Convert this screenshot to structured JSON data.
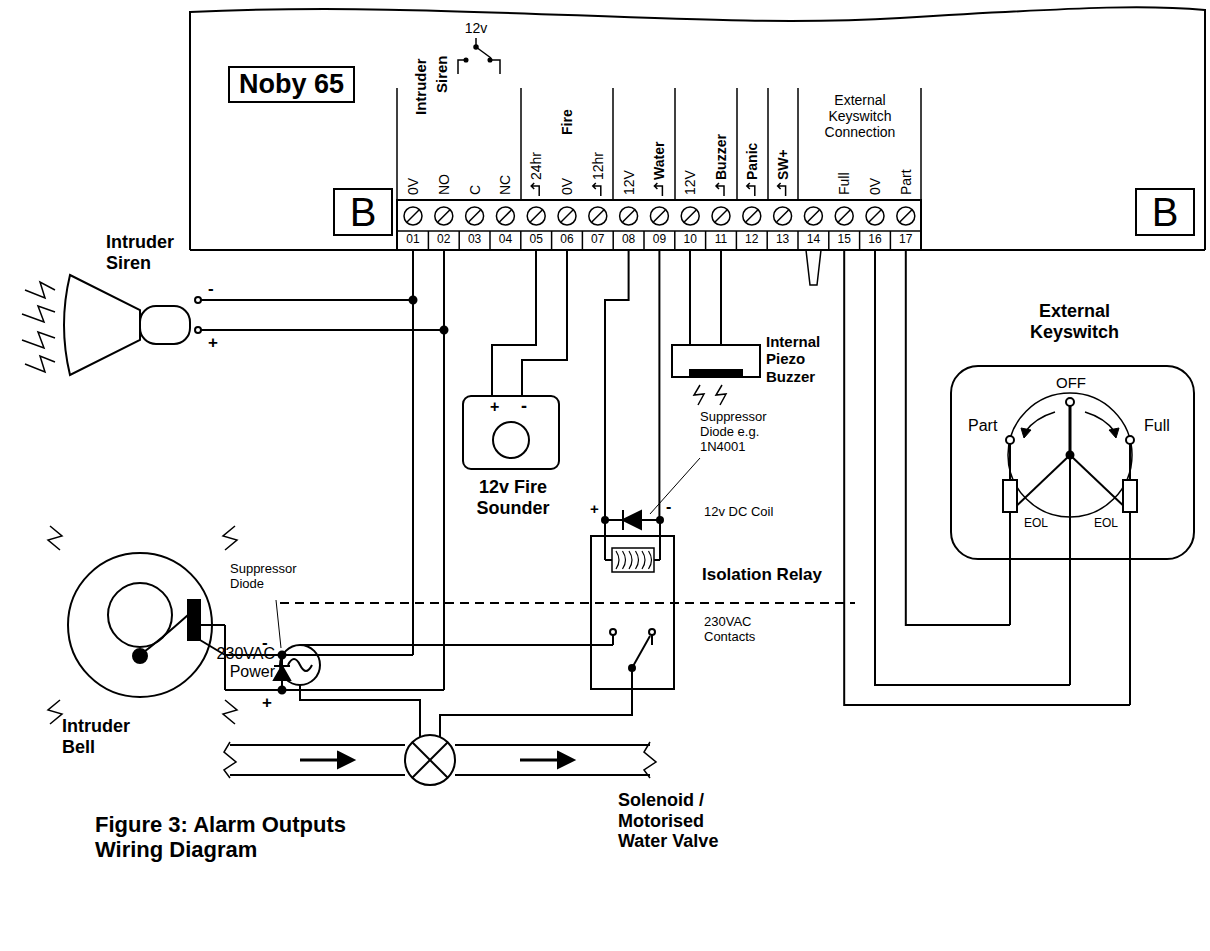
{
  "diagram": {
    "caption": "Figure 3: Alarm Outputs Wiring Diagram",
    "nodes": [
      {
        "text": [
          "Noby 65"
        ]
      },
      {
        "text": [
          "B"
        ]
      },
      {
        "text": [
          "B"
        ]
      },
      {
        "text": [
          "+",
          "-",
          "12v Fire Sounder"
        ]
      },
      {
        "text": [
          "12v DC Coil",
          "Isolation Relay",
          "230VAC Contacts"
        ]
      },
      {
        "text": [
          "External Keyswitch",
          "OFF",
          "Part",
          "Full",
          "EOL",
          "EOL"
        ]
      }
    ],
    "labels": [
      "Intruder",
      "Siren",
      "12v",
      "0V",
      "NO",
      "C",
      "NC",
      "24hr",
      "Fire",
      "0V",
      "12hr",
      "12V",
      "Water",
      "12V",
      "Buzzer",
      "Panic",
      "SW+",
      "External Keyswitch Connection",
      "Full",
      "0V",
      "Part",
      "01",
      "02",
      "03",
      "04",
      "05",
      "06",
      "07",
      "08",
      "09",
      "10",
      "11",
      "12",
      "13",
      "14",
      "15",
      "16",
      "17",
      "Intruder Siren",
      "-",
      "+",
      "Suppressor Diode",
      "-",
      "+",
      "Intruder Bell",
      "Internal Piezo Buzzer",
      "Suppressor Diode e.g. 1N4001",
      "+",
      "-",
      "230VAC Power",
      "Solenoid / Motorised Water Valve"
    ]
  }
}
